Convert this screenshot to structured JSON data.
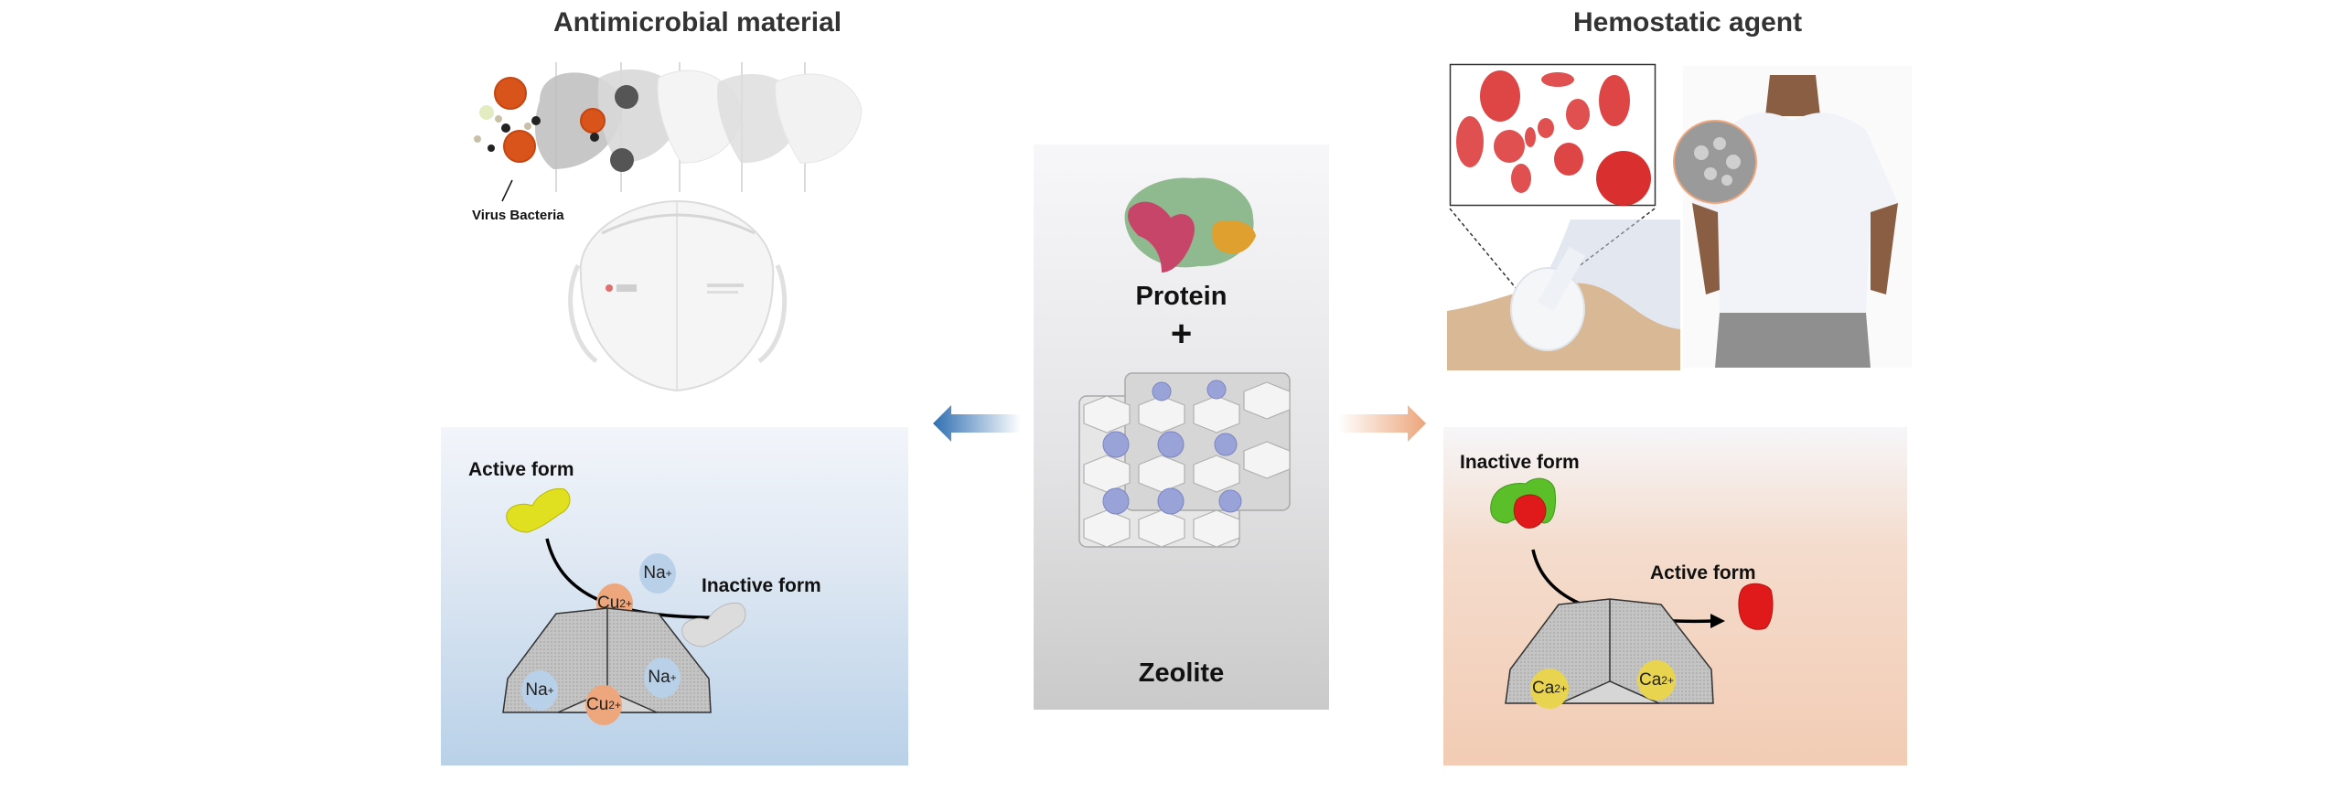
{
  "figure": {
    "left_section": {
      "title": "Antimicrobial material",
      "illustration_label": "Virus Bacteria",
      "mechanism": {
        "start_label": "Active form",
        "end_label": "Inactive form",
        "ions_free": [
          {
            "symbol": "Na",
            "charge": "+"
          },
          {
            "symbol": "Cu",
            "charge": "2+"
          }
        ],
        "ions_in_zeolite": [
          {
            "symbol": "Na",
            "charge": "+"
          },
          {
            "symbol": "Cu",
            "charge": "2+"
          },
          {
            "symbol": "Na",
            "charge": "+"
          }
        ],
        "colors": {
          "na_ion": "#b8d0e8",
          "cu_ion": "#eea67c",
          "start_protein": "#e0e020",
          "end_protein": "#d8d8d8"
        }
      },
      "arrow_color": "#2f6fb2"
    },
    "center": {
      "top_label": "Protein",
      "operator": "+",
      "bottom_label": "Zeolite",
      "colors": {
        "protein_main": "#8fb98f",
        "protein_accent": "#c8456a",
        "protein_secondary": "#e0a030",
        "zeolite_ion": "#9aa3d8"
      }
    },
    "right_section": {
      "title": "Hemostatic agent",
      "mechanism": {
        "start_label": "Inactive form",
        "end_label": "Active form",
        "ions_in_zeolite": [
          {
            "symbol": "Ca",
            "charge": "2+"
          },
          {
            "symbol": "Ca",
            "charge": "2+"
          }
        ],
        "colors": {
          "ca_ion": "#e8d44e",
          "start_protein_a": "#5bbf2a",
          "start_protein_b": "#e01a1a",
          "end_protein": "#e01a1a"
        }
      },
      "arrow_color": "#eca57a"
    }
  }
}
